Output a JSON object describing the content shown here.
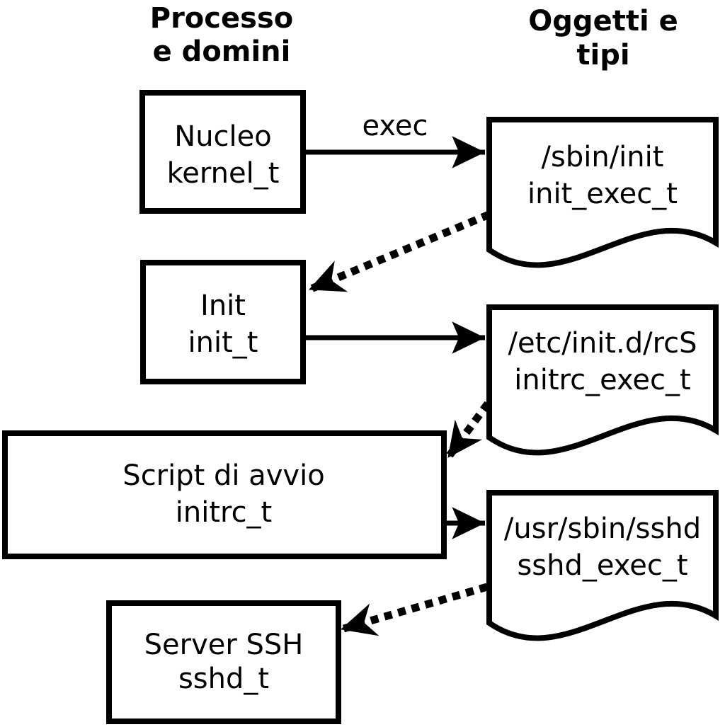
{
  "colors": {
    "ink": "#000000",
    "paper": "#ffffff"
  },
  "column_headers": {
    "processes": {
      "line1": "Processo",
      "line2": "e domini"
    },
    "objects": {
      "line1": "Oggetti e",
      "line2": "tipi"
    }
  },
  "process_boxes": [
    {
      "name": "Nucleo",
      "type": "kernel_t"
    },
    {
      "name": "Init",
      "type": "init_t"
    },
    {
      "name": "Script di avvio",
      "type": "initrc_t"
    },
    {
      "name": "Server SSH",
      "type": "sshd_t"
    }
  ],
  "object_docs": [
    {
      "path": "/sbin/init",
      "type": "init_exec_t"
    },
    {
      "path": "/etc/init.d/rcS",
      "type": "initrc_exec_t"
    },
    {
      "path": "/usr/sbin/sshd",
      "type": "sshd_exec_t"
    }
  ],
  "arrow_labels": {
    "exec": "exec"
  }
}
